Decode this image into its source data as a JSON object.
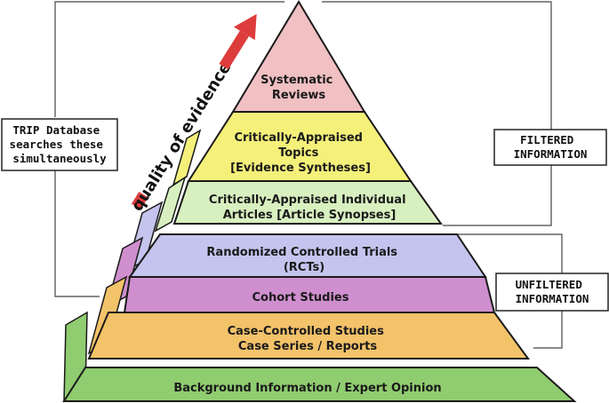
{
  "pyramid": {
    "levels": [
      {
        "lines": [
          "Systematic",
          "Reviews"
        ],
        "color": "#f0c0c2"
      },
      {
        "lines": [
          "Critically-Appraised",
          "Topics",
          "[Evidence Syntheses]"
        ],
        "color": "#f5f07a"
      },
      {
        "lines": [
          "Critically-Appraised Individual",
          "Articles [Article Synopses]"
        ],
        "color": "#d8f0c0"
      },
      {
        "lines": [
          "Randomized Controlled Trials",
          "(RCTs)"
        ],
        "color": "#c4c4ee"
      },
      {
        "lines": [
          "Cohort Studies"
        ],
        "color": "#cf8fcf"
      },
      {
        "lines": [
          "Case-Controlled Studies",
          "Case Series / Reports"
        ],
        "color": "#f3c36a"
      },
      {
        "lines": [
          "Background Information / Expert Opinion"
        ],
        "color": "#90cc70"
      }
    ]
  },
  "labels": {
    "trip": [
      "TRIP Database",
      "searches these",
      "simultaneously"
    ],
    "filtered": [
      "FILTERED",
      "INFORMATION"
    ],
    "unfiltered": [
      "UNFILTERED",
      "INFORMATION"
    ]
  },
  "arrow": {
    "text": "quality of evidence",
    "color": "#dd3c3c"
  }
}
